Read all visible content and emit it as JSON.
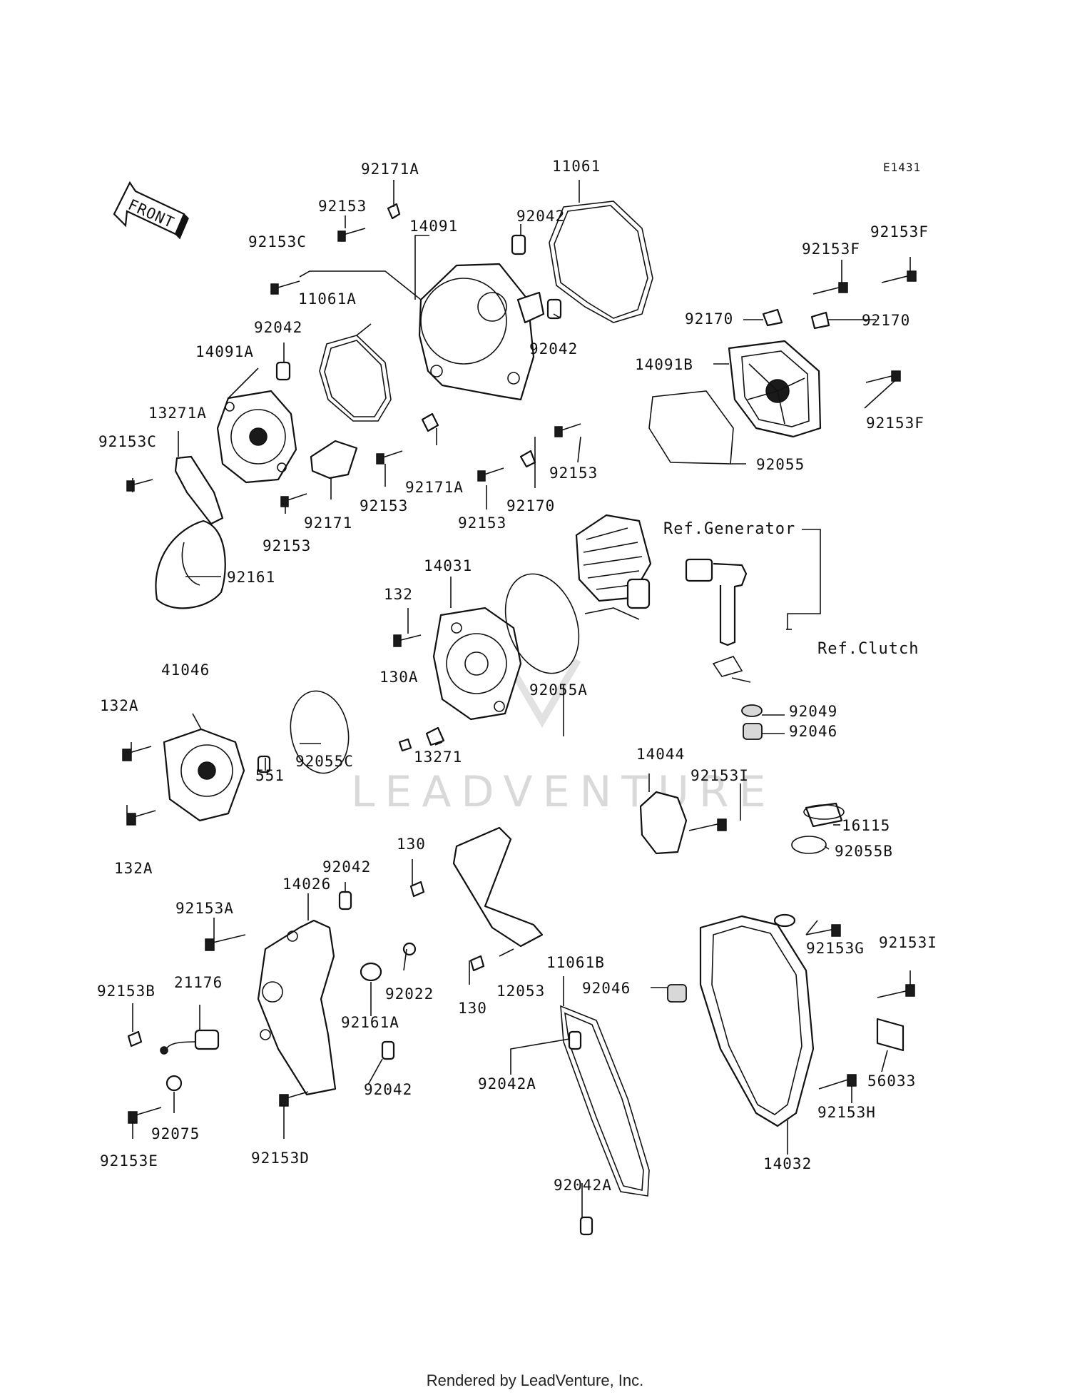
{
  "diagram": {
    "code": "E1431",
    "front_label": "FRONT",
    "watermark": "LEADVENTURE",
    "refs": {
      "generator": "Ref.Generator",
      "clutch": "Ref.Clutch"
    },
    "labels": {
      "p92171A_top": "92171A",
      "p11061_top": "11061",
      "p92153_top": "92153",
      "p14091": "14091",
      "p92042_a": "92042",
      "p92153C_top": "92153C",
      "p11061A": "11061A",
      "p92042_b": "92042",
      "p14091A": "14091A",
      "p92042_c": "92042",
      "p92153F_a": "92153F",
      "p92153F_b": "92153F",
      "p92170_l": "92170",
      "p92170_r": "92170",
      "p14091B": "14091B",
      "p92153F_c": "92153F",
      "p92055": "92055",
      "p13271A": "13271A",
      "p92153C_mid": "92153C",
      "p92171A_mid": "92171A",
      "p92153_m1": "92153",
      "p92171": "92171",
      "p92153_m2": "92153",
      "p92153_m3": "92153",
      "p92170_m": "92170",
      "p92153_m4": "92153",
      "p92161": "92161",
      "p14031": "14031",
      "p132": "132",
      "p130A": "130A",
      "p13271": "13271",
      "p92055A": "92055A",
      "p41046": "41046",
      "p132A_a": "132A",
      "p551": "551",
      "p92055C": "92055C",
      "p132A_b": "132A",
      "p92049": "92049",
      "p92046_a": "92046",
      "p14044": "14044",
      "p92153I_a": "92153I",
      "p16115": "16115",
      "p92055B": "92055B",
      "p130_a": "130",
      "p92042_d": "92042",
      "p14026": "14026",
      "p92153A": "92153A",
      "p92153G": "92153G",
      "p92153I_b": "92153I",
      "p11061B": "11061B",
      "p130_b": "130",
      "p12053": "12053",
      "p92022": "92022",
      "p92046_b": "92046",
      "p92153B": "92153B",
      "p21176": "21176",
      "p92161A": "92161A",
      "p92042_e": "92042",
      "p92042A_a": "92042A",
      "p56033": "56033",
      "p92153H": "92153H",
      "p92075": "92075",
      "p92153E": "92153E",
      "p92153D": "92153D",
      "p14032": "14032",
      "p92042A_b": "92042A"
    }
  },
  "footer": {
    "text": "Rendered by LeadVenture, Inc."
  }
}
